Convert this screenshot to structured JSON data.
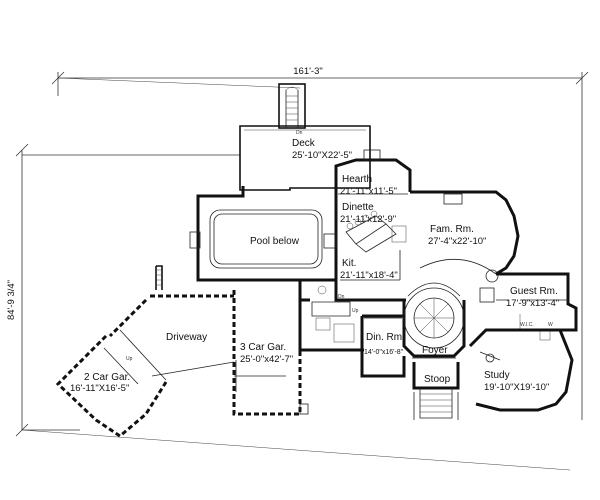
{
  "dimensions": {
    "overall_width": "161'-3\"",
    "overall_depth": "84'-9 3/4\""
  },
  "rooms": {
    "deck": {
      "name": "Deck",
      "size": "25'-10\"X22'-5\""
    },
    "hearth": {
      "name": "Hearth",
      "size": "21'-11\"x11'-5\""
    },
    "dinette": {
      "name": "Dinette",
      "size": "21'-11'x12'-9\""
    },
    "kitchen": {
      "name": "Kit.",
      "size": "21'-11\"x18'-4\""
    },
    "family": {
      "name": "Fam. Rm.",
      "size": "27'-4\"x22'-10\""
    },
    "guest": {
      "name": "Guest Rm.",
      "size": "17'-9\"x13'-4\""
    },
    "pool": {
      "name": "Pool below"
    },
    "driveway": {
      "name": "Driveway"
    },
    "garage3": {
      "name": "3 Car Gar.",
      "size": "25'-0\"x42'-7\""
    },
    "garage2": {
      "name": "2 Car Gar.",
      "size": "16'-11\"X16'-5\""
    },
    "dining": {
      "name": "Din. Rm.",
      "size": "14'-0\"x16'-8\""
    },
    "foyer": {
      "name": "Foyer"
    },
    "stoop": {
      "name": "Stoop"
    },
    "study": {
      "name": "Study",
      "size": "19'-10\"X19'-10\""
    }
  },
  "small_labels": {
    "up": "Up",
    "dn": "Dn",
    "w": "W",
    "wic": "W.I.C."
  }
}
